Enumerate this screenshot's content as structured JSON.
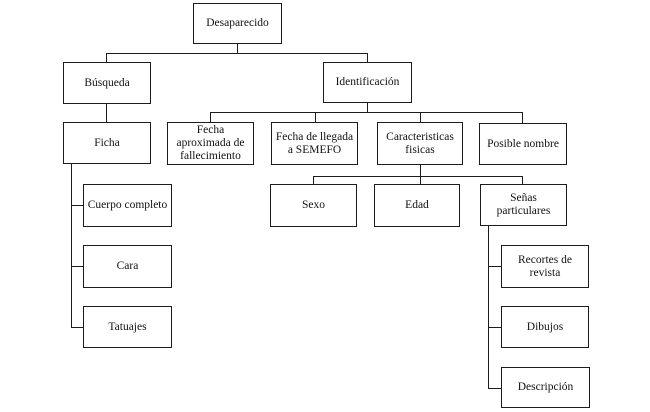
{
  "diagram": {
    "type": "tree",
    "background_color": "#ffffff",
    "line_color": "#1c1c1c",
    "nodes": {
      "desaparecido": {
        "label": "Desaparecido"
      },
      "busqueda": {
        "label": "Búsqueda"
      },
      "identificacion": {
        "label": "Identificación"
      },
      "ficha": {
        "label": "Ficha"
      },
      "fecha_aproximada": {
        "label": "Fecha\naproximada de\nfallecimiento"
      },
      "fecha_llegada": {
        "label": "Fecha de llegada\na SEMEFO"
      },
      "caracteristicas": {
        "label": "Caracteristicas\nfisicas"
      },
      "posible_nombre": {
        "label": "Posible nombre"
      },
      "cuerpo_completo": {
        "label": "Cuerpo completo"
      },
      "cara": {
        "label": "Cara"
      },
      "tatuajes": {
        "label": "Tatuajes"
      },
      "sexo": {
        "label": "Sexo"
      },
      "edad": {
        "label": "Edad"
      },
      "senas_particulares": {
        "label": "Señas\nparticulares"
      },
      "recortes_revista": {
        "label": "Recortes de\nrevista"
      },
      "dibujos": {
        "label": "Dibujos"
      },
      "descripcion": {
        "label": "Descripción"
      }
    },
    "edges": [
      {
        "from": "Desaparecido",
        "to": "Búsqueda"
      },
      {
        "from": "Desaparecido",
        "to": "Identificación"
      },
      {
        "from": "Búsqueda",
        "to": "Ficha"
      },
      {
        "from": "Ficha",
        "to": "Cuerpo completo"
      },
      {
        "from": "Ficha",
        "to": "Cara"
      },
      {
        "from": "Ficha",
        "to": "Tatuajes"
      },
      {
        "from": "Identificación",
        "to": "Fecha aproximada de fallecimiento"
      },
      {
        "from": "Identificación",
        "to": "Fecha de llegada a SEMEFO"
      },
      {
        "from": "Identificación",
        "to": "Caracteristicas fisicas"
      },
      {
        "from": "Identificación",
        "to": "Posible nombre"
      },
      {
        "from": "Caracteristicas fisicas",
        "to": "Sexo"
      },
      {
        "from": "Caracteristicas fisicas",
        "to": "Edad"
      },
      {
        "from": "Caracteristicas fisicas",
        "to": "Señas particulares"
      },
      {
        "from": "Señas particulares",
        "to": "Recortes de revista"
      },
      {
        "from": "Señas particulares",
        "to": "Dibujos"
      },
      {
        "from": "Señas particulares",
        "to": "Descripción"
      }
    ]
  }
}
